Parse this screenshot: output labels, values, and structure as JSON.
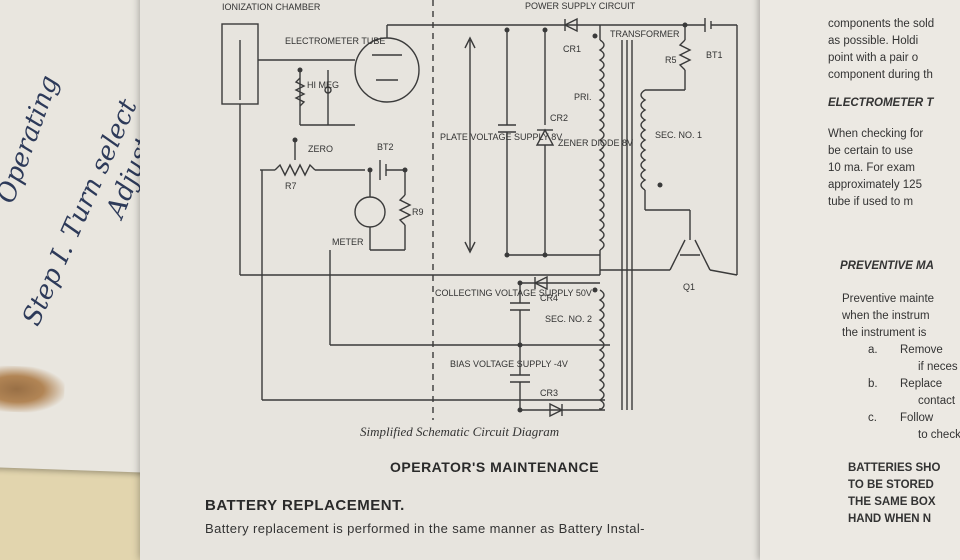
{
  "handwriting": {
    "line1": "Operating",
    "line2": "Step I. Turn select",
    "line3": "Adjust"
  },
  "schematic": {
    "top_label": "POWER SUPPLY CIRCUIT",
    "ionization_chamber": "IONIZATION CHAMBER",
    "electrometer_tube": "ELECTROMETER TUBE",
    "hi_meg": "HI MEG",
    "zero": "ZERO",
    "r7": "R7",
    "bt2": "BT2",
    "r9": "R9",
    "meter": "METER",
    "plate_supply": "PLATE VOLTAGE SUPPLY 8V",
    "cr1": "CR1",
    "cr2": "CR2",
    "zener": "ZENER DIODE 8V",
    "transformer": "TRANSFORMER",
    "pri": "PRI.",
    "r5": "R5",
    "bt1": "BT1",
    "sec1": "SEC. NO. 1",
    "q1": "Q1",
    "collecting": "COLLECTING VOLTAGE SUPPLY 50V",
    "cr4": "CR4",
    "sec2": "SEC. NO. 2",
    "bias": "BIAS VOLTAGE SUPPLY -4V",
    "cr3": "CR3",
    "plus": "+",
    "minus": "−"
  },
  "caption": "Simplified Schematic Circuit Diagram",
  "heading": "OPERATOR'S MAINTENANCE",
  "subheading": "BATTERY REPLACEMENT.",
  "body_line": "Battery replacement is performed in the same manner as Battery Instal-",
  "right_column": {
    "l1": "components the sold",
    "l2": "as possible.  Holdi",
    "l3": "point with a pair o",
    "l4": "component during th",
    "h1": "ELECTROMETER T",
    "l5": "When checking for",
    "l6": "be certain to use",
    "l7": "10 ma.  For exam",
    "l8": "approximately 125",
    "l9": "tube if used to m",
    "h2": "PREVENTIVE MA",
    "l10": "Preventive mainte",
    "l11": "when the instrum",
    "l12": "the instrument is",
    "a": "a.",
    "a_text": "Remove",
    "a_text2": "if neces",
    "b": "b.",
    "b_text": "Replace",
    "b_text2": "contact",
    "c": "c.",
    "c_text": "Follow",
    "c_text2": "to check",
    "w1": "BATTERIES SHO",
    "w2": "TO BE STORED",
    "w3": "THE SAME BOX",
    "w4": "HAND WHEN N"
  }
}
